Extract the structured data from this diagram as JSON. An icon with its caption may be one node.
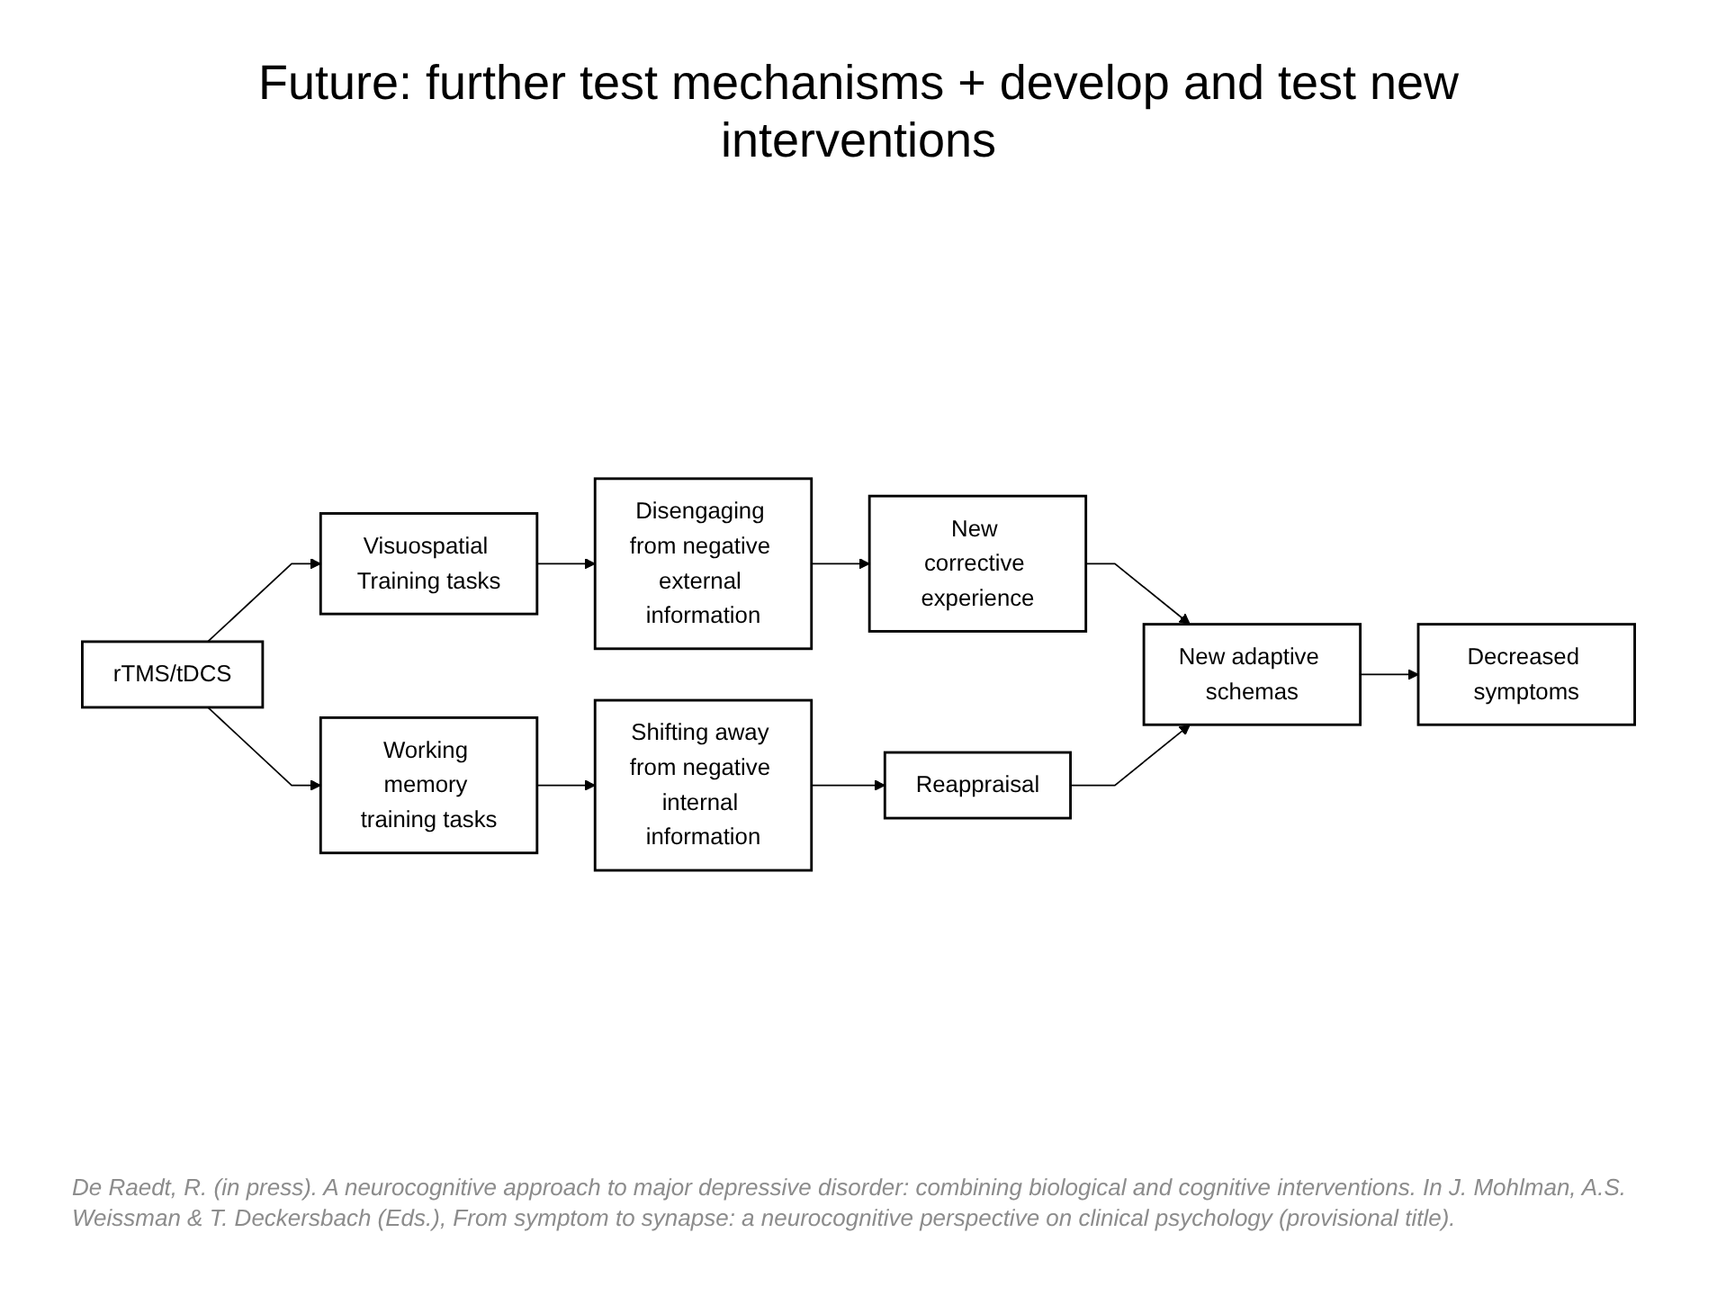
{
  "diagram": {
    "title": "Future: further test mechanisms + develop and test new interventions",
    "caption": "De Raedt, R. (in press). A neurocognitive approach to major depressive disorder: combining biological and cognitive interventions. In J. Mohlman, A.S. Weissman & T. Deckersbach (Eds.), From symptom to synapse: a neurocognitive perspective on clinical psychology (provisional title).",
    "nodes": [
      {
        "text": [
          "Visuospatial Training tasks"
        ]
      },
      {
        "text": [
          "rTMS/tDCS"
        ]
      },
      {
        "text": [
          "Working memory training tasks"
        ]
      },
      {
        "text": [
          "Disengaging from negative external information"
        ]
      },
      {
        "text": [
          "New corrective experience"
        ]
      },
      {
        "text": [
          "Shifting away from negative internal information"
        ]
      },
      {
        "text": [
          "Reappraisal"
        ]
      },
      {
        "text": [
          "New adaptive schemas"
        ]
      },
      {
        "text": [
          "Decreased symptoms"
        ]
      }
    ],
    "edges": [
      {
        "from": 1,
        "to": 0,
        "arrow": "to"
      },
      {
        "from": 1,
        "to": 2,
        "arrow": "to"
      },
      {
        "from": 0,
        "to": 3,
        "arrow": "to"
      },
      {
        "from": 2,
        "to": 5,
        "arrow": "to"
      },
      {
        "from": 3,
        "to": 4,
        "arrow": "to"
      },
      {
        "from": 5,
        "to": 6,
        "arrow": "to"
      },
      {
        "from": 4,
        "to": 7,
        "arrow": "to"
      },
      {
        "from": 6,
        "to": 7,
        "arrow": "to"
      },
      {
        "from": 7,
        "to": 8,
        "arrow": "to"
      }
    ]
  }
}
